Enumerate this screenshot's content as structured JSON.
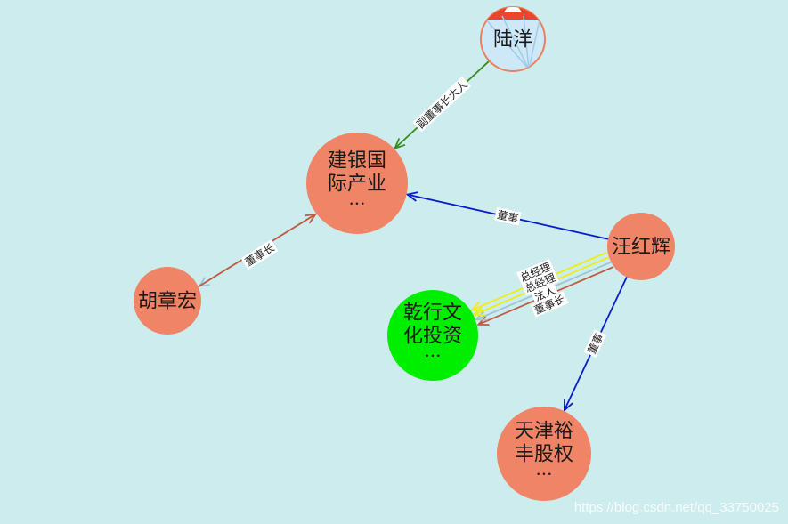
{
  "graph": {
    "nodes": [
      {
        "id": "luyang",
        "lines": [
          "陆洋"
        ],
        "more": false,
        "fill": "#cfe8f7",
        "stroke": "#e9815f",
        "icon": "parachute-icon"
      },
      {
        "id": "jianyin",
        "lines": [
          "建银国",
          "际产业"
        ],
        "more": true,
        "fill": "#ef8466"
      },
      {
        "id": "huzhanghong",
        "lines": [
          "胡章宏"
        ],
        "more": false,
        "fill": "#ef8466"
      },
      {
        "id": "wanghonghui",
        "lines": [
          "汪红辉"
        ],
        "more": false,
        "fill": "#ef8466"
      },
      {
        "id": "qianxing",
        "lines": [
          "乾行文",
          "化投资"
        ],
        "more": true,
        "fill": "#00ee00"
      },
      {
        "id": "tianjin",
        "lines": [
          "天津裕",
          "丰股权"
        ],
        "more": true,
        "fill": "#ef8466"
      }
    ],
    "more_text": "···",
    "edges": [
      {
        "from": "luyang",
        "to": "jianyin",
        "label": "副董事长大人",
        "color": "#3a8a1e"
      },
      {
        "from": "wanghonghui",
        "to": "jianyin",
        "label": "董事",
        "color": "#0b1ccc"
      },
      {
        "from": "jianyin",
        "to": "huzhanghong",
        "label": "法人",
        "color": "#9ec4d8"
      },
      {
        "from": "huzhanghong",
        "to": "jianyin",
        "label": "董事长",
        "color": "#c05a42"
      },
      {
        "from": "wanghonghui",
        "to": "qianxing",
        "label": "董事长",
        "color": "#c05a42"
      },
      {
        "from": "wanghonghui",
        "to": "qianxing",
        "label": "法人",
        "color": "#9ec4d8"
      },
      {
        "from": "wanghonghui",
        "to": "qianxing",
        "label": "总经理",
        "color": "#eeee10"
      },
      {
        "from": "wanghonghui",
        "to": "qianxing",
        "label": "总经理",
        "color": "#eeee10"
      },
      {
        "from": "wanghonghui",
        "to": "tianjin",
        "label": "董事",
        "color": "#0b1ccc"
      }
    ]
  },
  "watermark": "https://blog.csdn.net/qq_33750025"
}
